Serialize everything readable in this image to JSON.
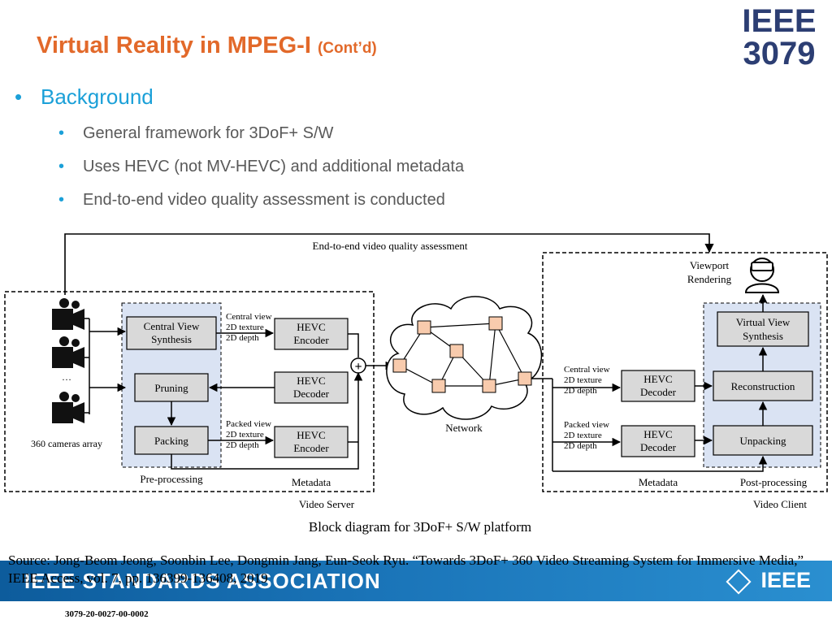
{
  "header": {
    "title": "Virtual Reality in MPEG-I",
    "title_suffix": "(Cont’d)",
    "logo_line1": "IEEE",
    "logo_line2": "3079"
  },
  "bullets": {
    "main": "Background",
    "sub": [
      "General framework for 3DoF+ S/W",
      "Uses HEVC (not MV-HEVC) and additional metadata",
      "End-to-end video quality assessment is conducted"
    ]
  },
  "diagram": {
    "top_label": "End-to-end video quality assessment",
    "server": {
      "cameras_ellipsis": "…",
      "cameras_label": "360 cameras array",
      "central_view_line1": "Central View",
      "central_view_line2": "Synthesis",
      "pruning": "Pruning",
      "packing": "Packing",
      "preprocessing": "Pre-processing",
      "central_out": [
        "Central view",
        "2D texture",
        "2D depth"
      ],
      "packed_out": [
        "Packed view",
        "2D texture",
        "2D depth"
      ],
      "hevc_encoder_line1": "HEVC",
      "hevc_encoder_line2": "Encoder",
      "hevc_decoder_line1": "HEVC",
      "hevc_decoder_line2": "Decoder",
      "metadata": "Metadata",
      "plus": "+",
      "label": "Video Server"
    },
    "network": "Network",
    "client": {
      "viewport_line1": "Viewport",
      "viewport_line2": "Rendering",
      "virtual_view_line1": "Virtual View",
      "virtual_view_line2": "Synthesis",
      "reconstruction": "Reconstruction",
      "unpacking": "Unpacking",
      "central_in": [
        "Central view",
        "2D texture",
        "2D depth"
      ],
      "packed_in": [
        "Packed view",
        "2D texture",
        "2D depth"
      ],
      "hevc_decoder_line1": "HEVC",
      "hevc_decoder_line2": "Decoder",
      "metadata": "Metadata",
      "postprocessing": "Post-processing",
      "label": "Video Client"
    }
  },
  "caption": "Block diagram for 3DoF+ S/W platform",
  "source": "Source: Jong-Beom Jeong, Soonbin Lee, Dongmin Jang, Eun-Seok Ryu. “Towards 3DoF+ 360 Video Streaming System for Immersive Media,” IEEE Access, vol. 7, pp. 136399-136408, 2019",
  "footer": {
    "org": "IEEE STANDARDS ASSOCIATION",
    "brand": "IEEE",
    "doc_number": "3079-20-0027-00-0002"
  },
  "colors": {
    "title": "#e2692a",
    "bullet": "#1ba0d8",
    "subtext": "#595959",
    "block_fill": "#d9d9d9",
    "group_fill": "#dae3f3",
    "node_fill": "#f8cbad",
    "footer": "#1a74b8"
  }
}
